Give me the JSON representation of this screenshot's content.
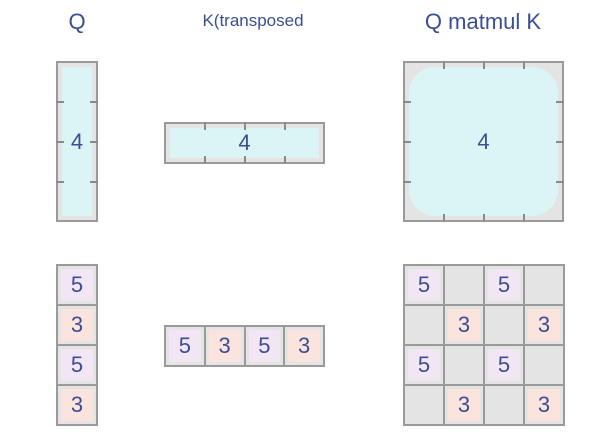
{
  "titles": {
    "q": "Q",
    "k": "K(transposed",
    "qk": "Q matmul K"
  },
  "block_label": "4",
  "q_values": [
    "5",
    "3",
    "5",
    "3"
  ],
  "k_values": [
    "5",
    "3",
    "5",
    "3"
  ],
  "qk_values": [
    [
      "5",
      "",
      "5",
      ""
    ],
    [
      "",
      "3",
      "",
      "3"
    ],
    [
      "5",
      "",
      "5",
      ""
    ],
    [
      "",
      "3",
      "",
      "3"
    ]
  ],
  "colors": {
    "text": "#3a4e96",
    "block_fill": "#dbf4f6",
    "cell_bg": "#e4e4e4",
    "border": "#9a9a9a",
    "chip_five": "#f2e6f4",
    "chip_three": "#fbe4dd"
  }
}
